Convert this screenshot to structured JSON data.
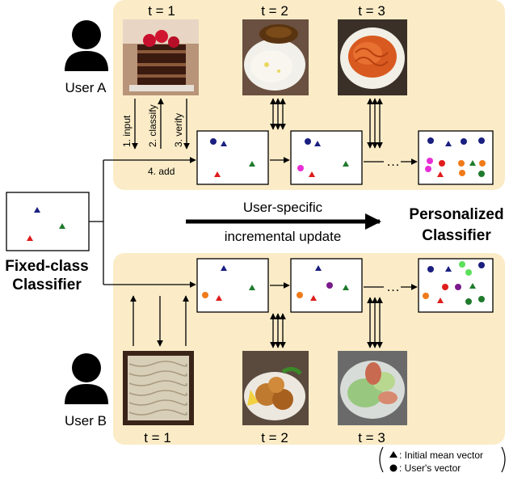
{
  "colors": {
    "panel_bg": "#fbecc7",
    "navy": "#1a1f80",
    "green": "#1f7a2c",
    "red": "#e01c1c",
    "magenta": "#e62ed6",
    "orange": "#f07a1a",
    "purple": "#7a1a8c",
    "lime": "#5ce05c"
  },
  "timesteps": {
    "t1": "t = 1",
    "t2": "t = 2",
    "t3": "t = 3"
  },
  "users": {
    "a": "User A",
    "b": "User B"
  },
  "steps": {
    "input": "1. input",
    "classify": "2. classify",
    "verify": "3. verify",
    "add": "4. add"
  },
  "fixed_classifier": {
    "line1": "Fixed-class",
    "line2": "Classifier"
  },
  "update_label": {
    "line1": "User-specific",
    "line2": "incremental update"
  },
  "personalized": {
    "line1": "Personalized",
    "line2": "Classifier"
  },
  "ellipsis": "…",
  "legend": {
    "triangle_label": ": Initial mean vector",
    "circle_label": ": User's vector"
  },
  "photo_icons": {
    "a_t1": "cake-photo-icon",
    "a_t2": "curry-rice-photo-icon",
    "a_t3": "spaghetti-photo-icon",
    "b_t1": "soba-noodles-photo-icon",
    "b_t2": "fried-chicken-photo-icon",
    "b_t3": "salad-photo-icon"
  }
}
